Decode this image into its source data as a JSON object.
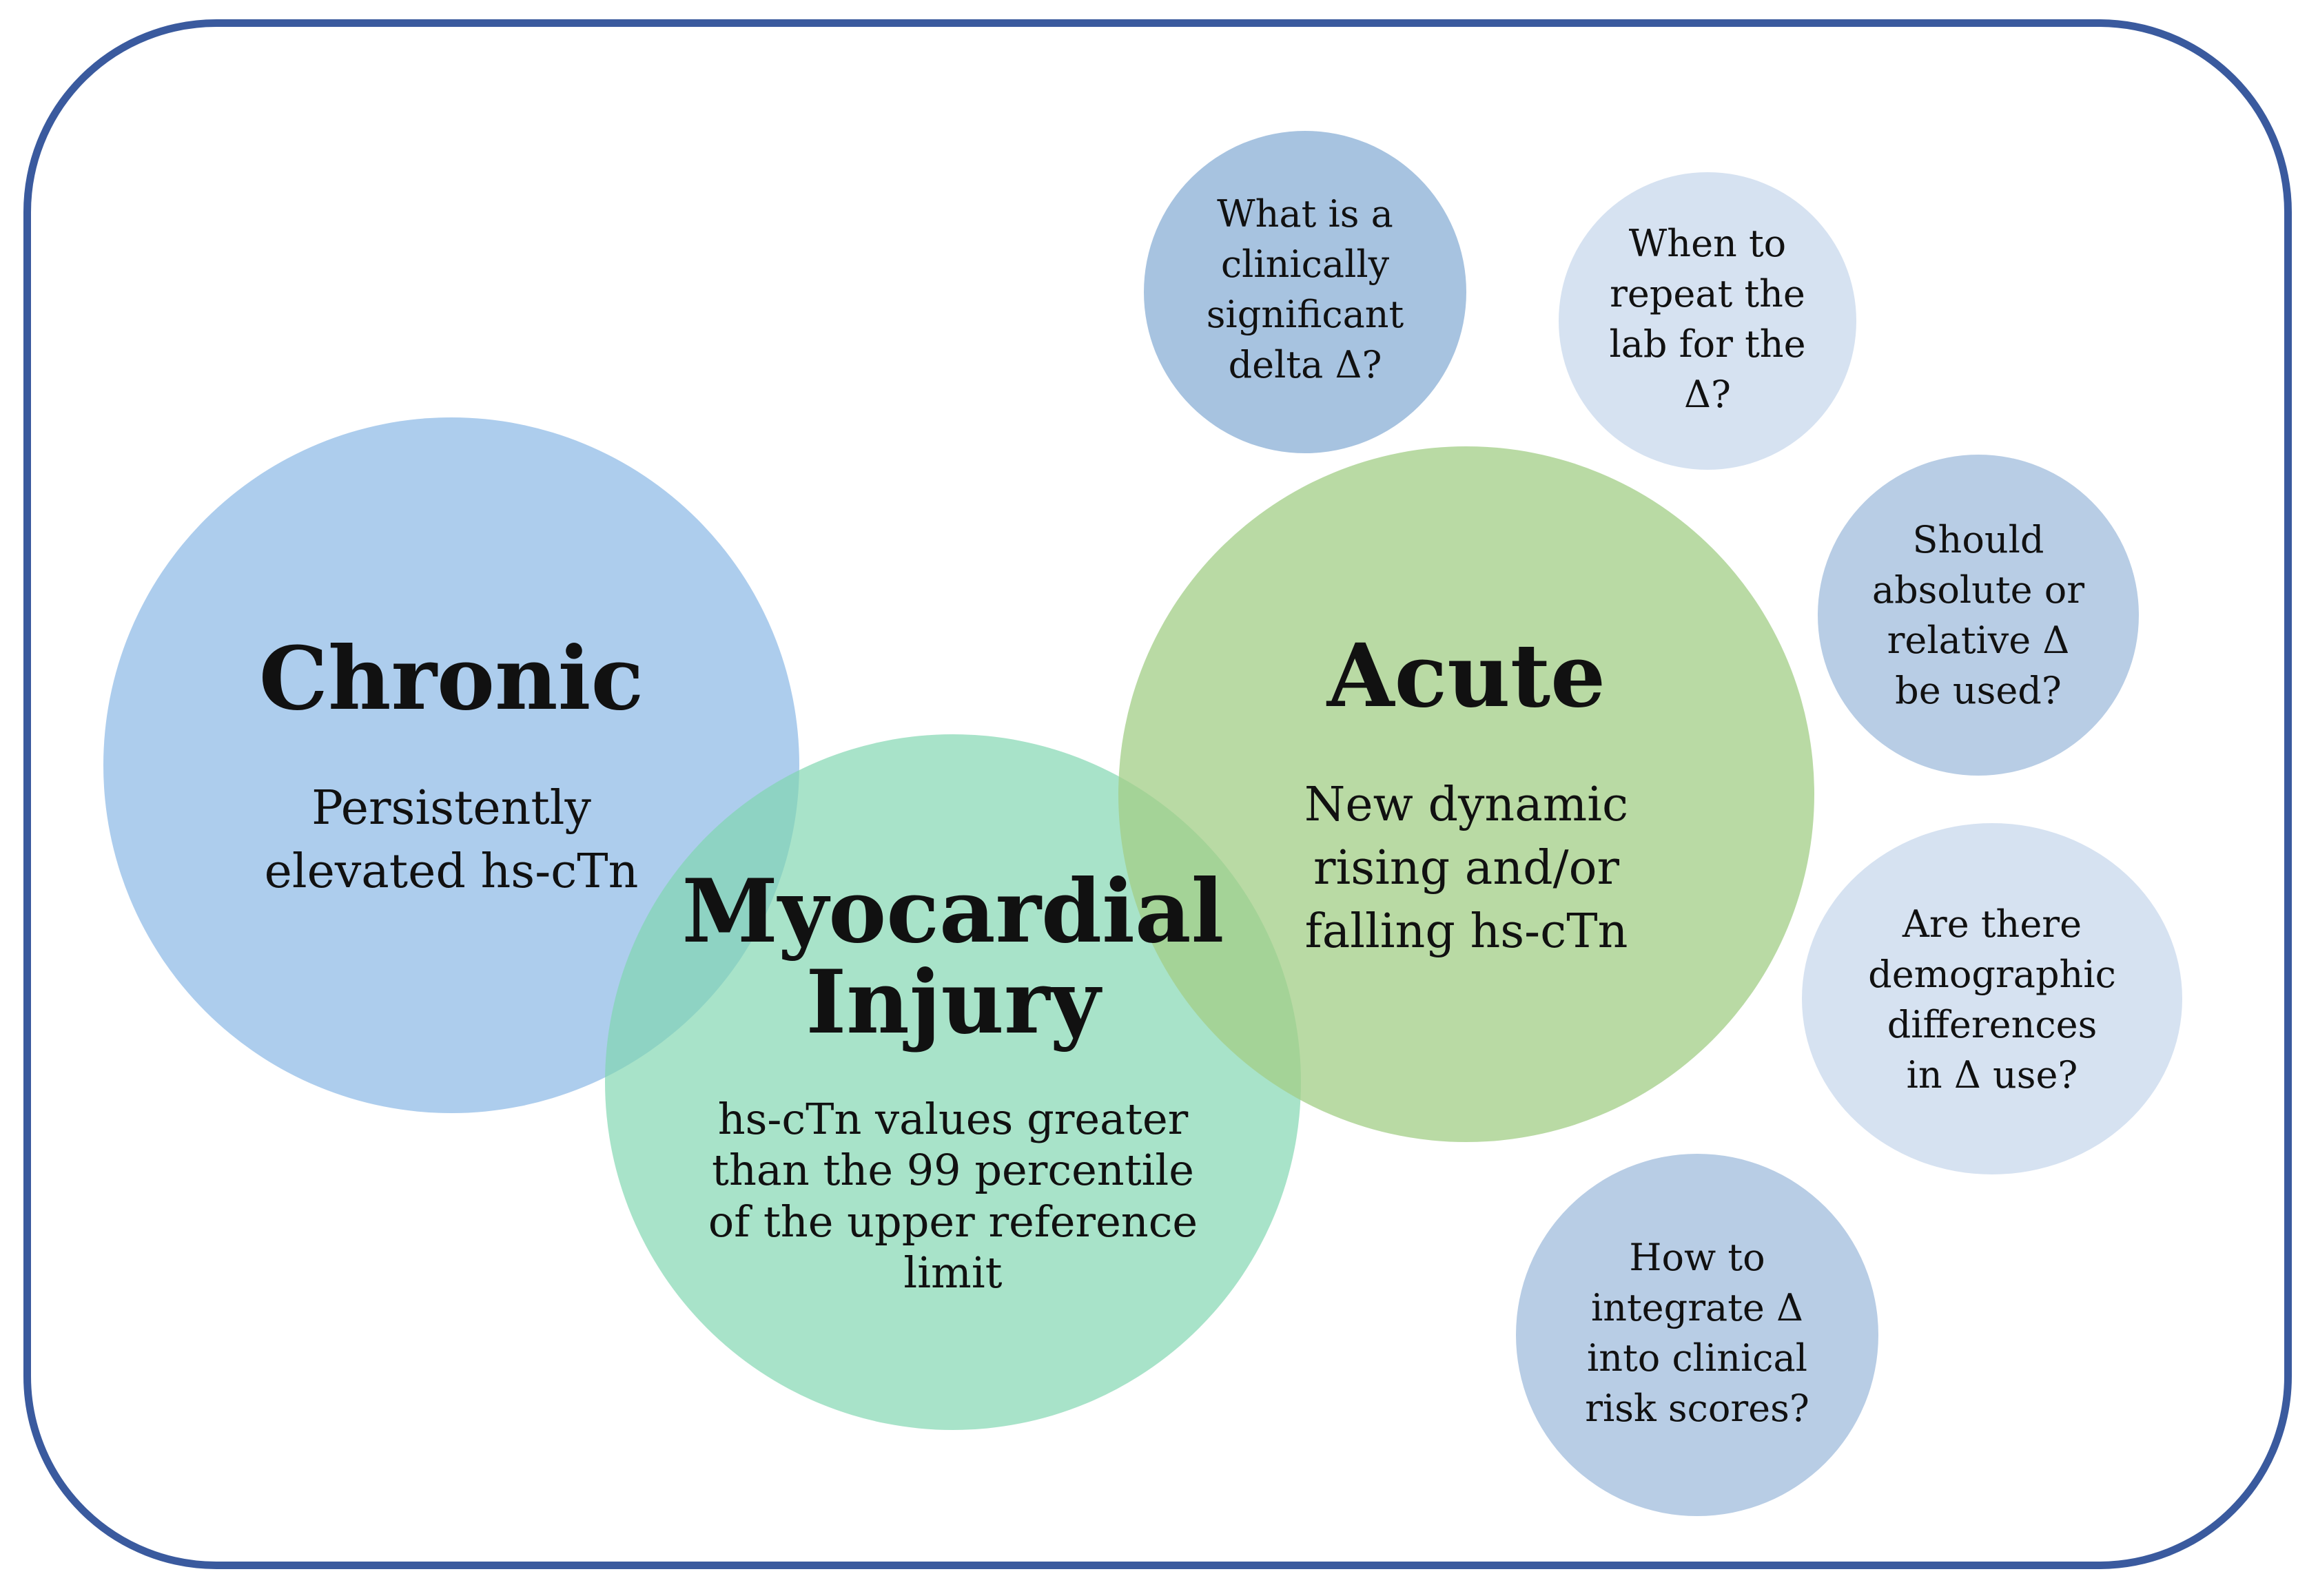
{
  "circles": {
    "chronic": {
      "title": "Chronic",
      "text": "Persistently\nelevated hs-cTn",
      "color": "#9fc4ea"
    },
    "injury": {
      "title": "Myocardial\nInjury",
      "text": "hs-cTn values greater\nthan the 99 percentile\nof the upper reference\nlimit",
      "color": "#7fd6b0"
    },
    "acute": {
      "title": "Acute",
      "text": "New dynamic\nrising and/or\nfalling hs-cTn",
      "color": "#a3ce88"
    }
  },
  "questions": [
    {
      "text": "What is a\nclinically\nsignificant\ndelta Δ?",
      "color": "#a7c3e0"
    },
    {
      "text": "When to\nrepeat the\nlab for the\nΔ?",
      "color": "#d6e2f1"
    },
    {
      "text": "Should\nabsolute or\nrelative Δ\nbe used?",
      "color": "#b8cde5"
    },
    {
      "text": "Are there\ndemographic\ndifferences\nin Δ use?",
      "color": "#d6e2f1"
    },
    {
      "text": "How to\nintegrate Δ\ninto clinical\nrisk scores?",
      "color": "#b8cde5"
    }
  ],
  "frame_color": "#3a5a9e"
}
